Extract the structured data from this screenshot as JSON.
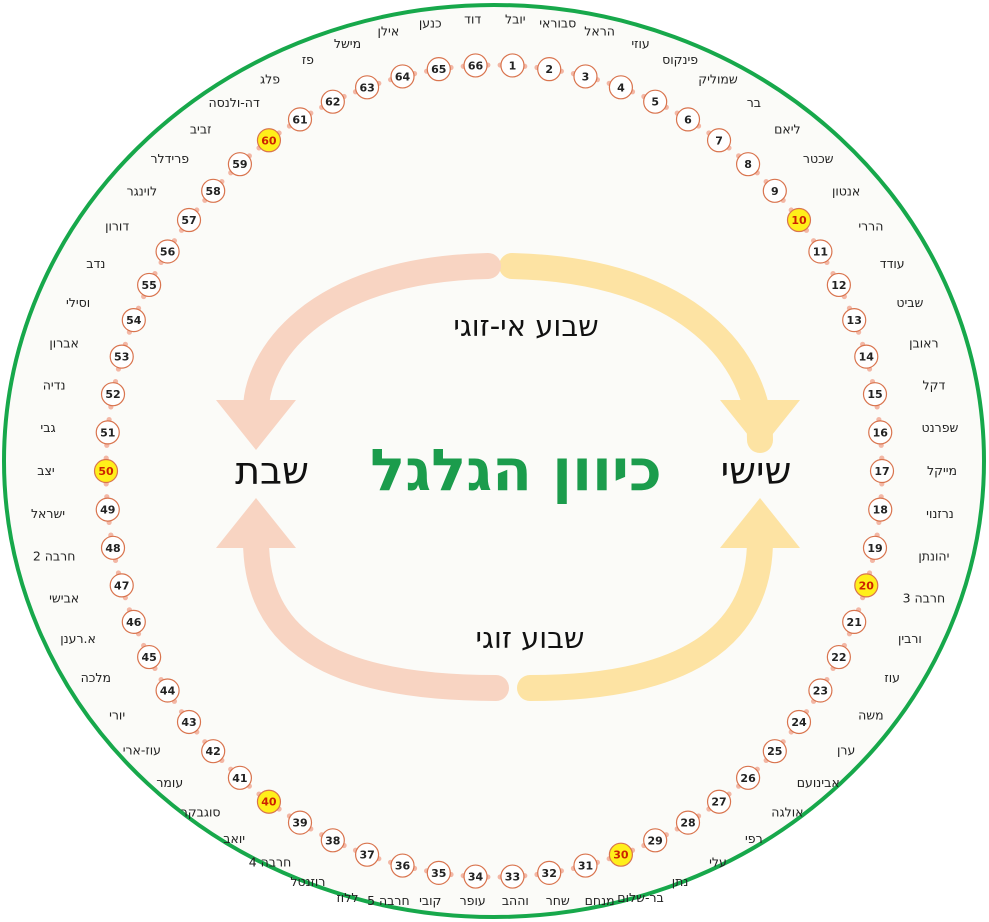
{
  "center_title": "כיוון הגלגל",
  "day_right": "שישי",
  "day_left": "שבת",
  "week_top": "שבוע אי-זוגי",
  "week_bottom": "שבוע זוגי",
  "colors": {
    "outer_ring": "#17a84b",
    "dot_line": "#f3b7a5",
    "node_border": "#d9744e",
    "node_fill": "#ffffff",
    "node_highlight_fill": "#ffef1a",
    "arrow_right": "#fde3a3",
    "arrow_left": "#f8d4c2"
  },
  "highlighted_numbers": [
    10,
    20,
    30,
    40,
    50,
    60
  ],
  "positions": [
    {
      "n": 1,
      "label": "יובל"
    },
    {
      "n": 2,
      "label": "סבוראי"
    },
    {
      "n": 3,
      "label": "הראל"
    },
    {
      "n": 4,
      "label": "עוזי"
    },
    {
      "n": 5,
      "label": "פינקוס"
    },
    {
      "n": 6,
      "label": "שמוליק"
    },
    {
      "n": 7,
      "label": "בר"
    },
    {
      "n": 8,
      "label": "ליאם"
    },
    {
      "n": 9,
      "label": "שכטר"
    },
    {
      "n": 10,
      "label": "אנטון"
    },
    {
      "n": 11,
      "label": "הררי"
    },
    {
      "n": 12,
      "label": "עודד"
    },
    {
      "n": 13,
      "label": "שביט"
    },
    {
      "n": 14,
      "label": "ראובן"
    },
    {
      "n": 15,
      "label": "דקל"
    },
    {
      "n": 16,
      "label": "שפרנט"
    },
    {
      "n": 17,
      "label": "מייקל"
    },
    {
      "n": 18,
      "label": "נרזנוי"
    },
    {
      "n": 19,
      "label": "יהונתן"
    },
    {
      "n": 20,
      "label": "חרבה 3"
    },
    {
      "n": 21,
      "label": "ורבין"
    },
    {
      "n": 22,
      "label": "עוז"
    },
    {
      "n": 23,
      "label": "משה"
    },
    {
      "n": 24,
      "label": "ערן"
    },
    {
      "n": 25,
      "label": "אבינועם"
    },
    {
      "n": 26,
      "label": "אולגה"
    },
    {
      "n": 27,
      "label": "רפי"
    },
    {
      "n": 28,
      "label": "עלי"
    },
    {
      "n": 29,
      "label": "נתן"
    },
    {
      "n": 30,
      "label": "בר-שלום"
    },
    {
      "n": 31,
      "label": "מנחם"
    },
    {
      "n": 32,
      "label": "שחר"
    },
    {
      "n": 33,
      "label": "וההב"
    },
    {
      "n": 34,
      "label": "עופר"
    },
    {
      "n": 35,
      "label": "קובי"
    },
    {
      "n": 36,
      "label": "חרבה 5"
    },
    {
      "n": 37,
      "label": "ללוז"
    },
    {
      "n": 38,
      "label": "רוזנטל"
    },
    {
      "n": 39,
      "label": "חרבה 4"
    },
    {
      "n": 40,
      "label": "יואב"
    },
    {
      "n": 41,
      "label": "סוגבקר"
    },
    {
      "n": 42,
      "label": "עומר"
    },
    {
      "n": 43,
      "label": "עוז-ארי"
    },
    {
      "n": 44,
      "label": "יורי"
    },
    {
      "n": 45,
      "label": "מלכה"
    },
    {
      "n": 46,
      "label": "א.רענן"
    },
    {
      "n": 47,
      "label": "אבישי"
    },
    {
      "n": 48,
      "label": "חרבה 2"
    },
    {
      "n": 49,
      "label": "ישראל"
    },
    {
      "n": 50,
      "label": "יצב"
    },
    {
      "n": 51,
      "label": "גבי"
    },
    {
      "n": 52,
      "label": "נדיה"
    },
    {
      "n": 53,
      "label": "אברון"
    },
    {
      "n": 54,
      "label": "וסילי"
    },
    {
      "n": 55,
      "label": "נדב"
    },
    {
      "n": 56,
      "label": "דורון"
    },
    {
      "n": 57,
      "label": "לוינגר"
    },
    {
      "n": 58,
      "label": "פרידלר"
    },
    {
      "n": 59,
      "label": "זביב"
    },
    {
      "n": 60,
      "label": "דה-ולנסה"
    },
    {
      "n": 61,
      "label": "פלג"
    },
    {
      "n": 62,
      "label": "פז"
    },
    {
      "n": 63,
      "label": "מישל"
    },
    {
      "n": 64,
      "label": "אילן"
    },
    {
      "n": 65,
      "label": "כנען"
    },
    {
      "n": 66,
      "label": "דוד"
    }
  ]
}
